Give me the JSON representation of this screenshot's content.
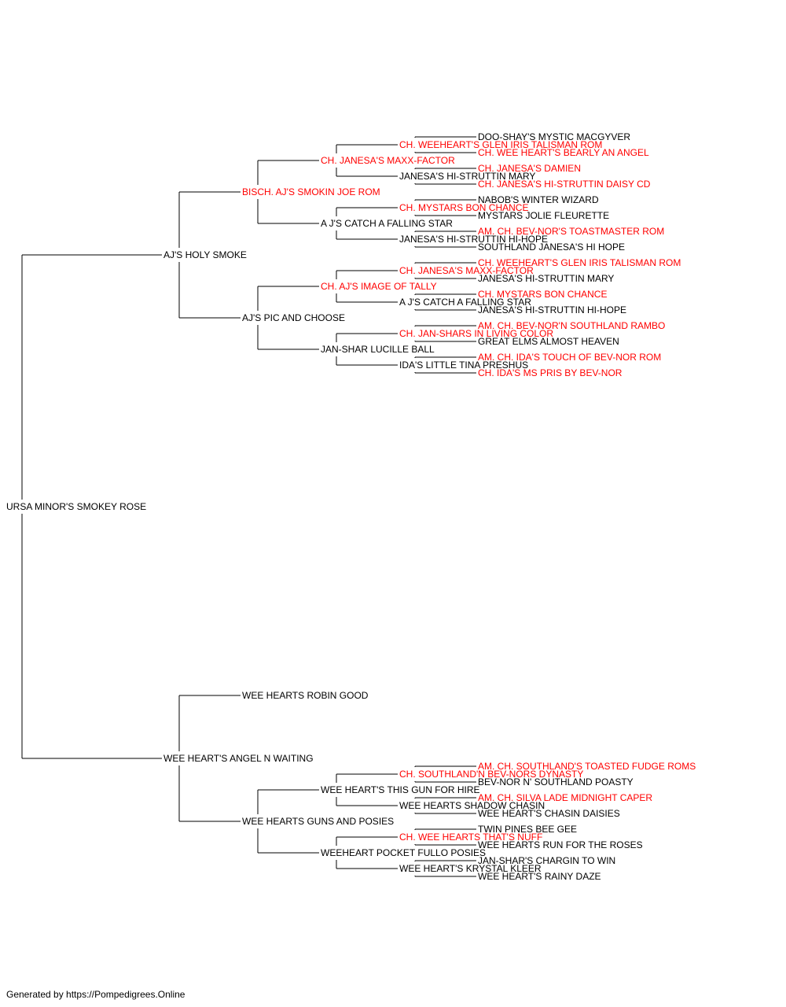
{
  "colors": {
    "champion": "#ff0000",
    "normal": "#000000",
    "line": "#000000"
  },
  "pedigree": {
    "name": "URSA MINOR'S SMOKEY ROSE",
    "sire": {
      "name": "AJ'S HOLY SMOKE",
      "sire": {
        "name": "BISCH. AJ'S SMOKIN JOE ROM",
        "champion": true,
        "sire": {
          "name": "CH. JANESA'S MAXX-FACTOR",
          "champion": true,
          "sire": {
            "name": "CH. WEEHEART'S GLEN IRIS TALISMAN ROM",
            "champion": true,
            "sire": {
              "name": "DOO-SHAY'S MYSTIC MACGYVER"
            },
            "dam": {
              "name": "CH. WEE HEART'S BEARLY AN ANGEL",
              "champion": true
            }
          },
          "dam": {
            "name": "JANESA'S HI-STRUTTIN MARY",
            "sire": {
              "name": "CH. JANESA'S DAMIEN",
              "champion": true
            },
            "dam": {
              "name": "CH. JANESA'S HI-STRUTTIN DAISY CD",
              "champion": true
            }
          }
        },
        "dam": {
          "name": "A J'S CATCH A FALLING STAR",
          "sire": {
            "name": "CH. MYSTARS BON CHANCE",
            "champion": true,
            "sire": {
              "name": "NABOB'S WINTER WIZARD"
            },
            "dam": {
              "name": "MYSTARS JOLIE FLEURETTE"
            }
          },
          "dam": {
            "name": "JANESA'S HI-STRUTTIN HI-HOPE",
            "sire": {
              "name": "AM. CH. BEV-NOR'S TOASTMASTER ROM",
              "champion": true
            },
            "dam": {
              "name": "SOUTHLAND JANESA'S HI HOPE"
            }
          }
        }
      },
      "dam": {
        "name": "AJ'S PIC AND CHOOSE",
        "sire": {
          "name": "CH. AJ'S IMAGE OF TALLY",
          "champion": true,
          "sire": {
            "name": "CH. JANESA'S MAXX-FACTOR",
            "champion": true,
            "sire": {
              "name": "CH. WEEHEART'S GLEN IRIS TALISMAN ROM",
              "champion": true
            },
            "dam": {
              "name": "JANESA'S HI-STRUTTIN MARY"
            }
          },
          "dam": {
            "name": "A J'S CATCH A FALLING STAR",
            "sire": {
              "name": "CH. MYSTARS BON CHANCE",
              "champion": true
            },
            "dam": {
              "name": "JANESA'S HI-STRUTTIN HI-HOPE"
            }
          }
        },
        "dam": {
          "name": "JAN-SHAR LUCILLE BALL",
          "sire": {
            "name": "CH. JAN-SHARS IN LIVING COLOR",
            "champion": true,
            "sire": {
              "name": "AM. CH. BEV-NOR'N SOUTHLAND RAMBO",
              "champion": true
            },
            "dam": {
              "name": "GREAT ELMS ALMOST HEAVEN"
            }
          },
          "dam": {
            "name": "IDA'S LITTLE TINA PRESHUS",
            "sire": {
              "name": "AM. CH. IDA'S TOUCH OF BEV-NOR ROM",
              "champion": true
            },
            "dam": {
              "name": "CH. IDA'S MS PRIS BY BEV-NOR",
              "champion": true
            }
          }
        }
      }
    },
    "dam": {
      "name": "WEE HEART'S ANGEL N WAITING",
      "sire": {
        "name": "WEE HEARTS ROBIN GOOD"
      },
      "dam": {
        "name": "WEE HEARTS GUNS AND POSIES",
        "sire": {
          "name": "WEE HEART'S THIS GUN FOR HIRE",
          "sire": {
            "name": "CH. SOUTHLAND'N BEV-NORS DYNASTY",
            "champion": true,
            "sire": {
              "name": "AM. CH. SOUTHLAND'S TOASTED FUDGE ROMS",
              "champion": true
            },
            "dam": {
              "name": "BEV-NOR N' SOUTHLAND POASTY"
            }
          },
          "dam": {
            "name": "WEE HEARTS SHADOW CHASIN",
            "sire": {
              "name": "AM. CH. SILVA LADE MIDNIGHT CAPER",
              "champion": true
            },
            "dam": {
              "name": "WEE HEART'S CHASIN DAISIES"
            }
          }
        },
        "dam": {
          "name": "WEEHEART POCKET FULLO POSIES",
          "sire": {
            "name": "CH. WEE HEARTS THAT'S NUFF",
            "champion": true,
            "sire": {
              "name": "TWIN PINES BEE GEE"
            },
            "dam": {
              "name": "WEE HEARTS RUN FOR THE ROSES"
            }
          },
          "dam": {
            "name": "WEE HEART'S KRYSTAL KLEER",
            "sire": {
              "name": "JAN-SHAR'S CHARGIN TO WIN"
            },
            "dam": {
              "name": "WEE HEART'S RAINY DAZE"
            }
          }
        }
      }
    }
  },
  "footer": "Generated by https://Pompedigrees.Online"
}
